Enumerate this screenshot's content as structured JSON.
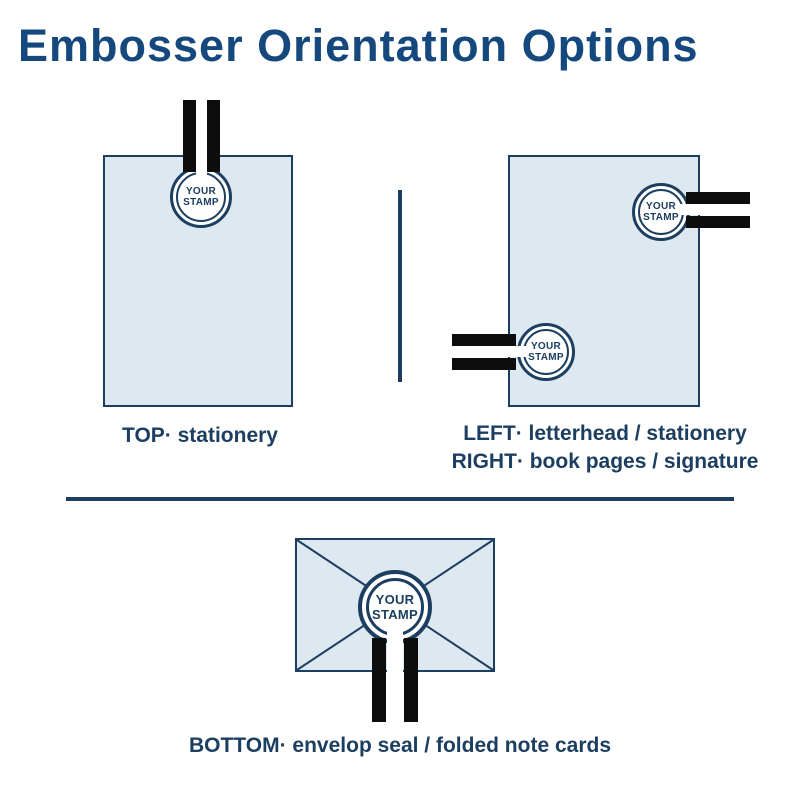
{
  "title": "Embosser Orientation Options",
  "stamp": {
    "line1": "YOUR",
    "line2": "STAMP"
  },
  "captions": {
    "top": "TOP· stationery",
    "left": "LEFT· letterhead / stationery",
    "right": "RIGHT· book pages / signature",
    "bottom": "BOTTOM· envelop seal / folded note cards"
  },
  "colors": {
    "title": "#15497d",
    "ink": "#1c3e60",
    "paper": "#dde8f1",
    "handle": "#0d0d0d",
    "white": "#ffffff",
    "bg": "#ffffff"
  }
}
